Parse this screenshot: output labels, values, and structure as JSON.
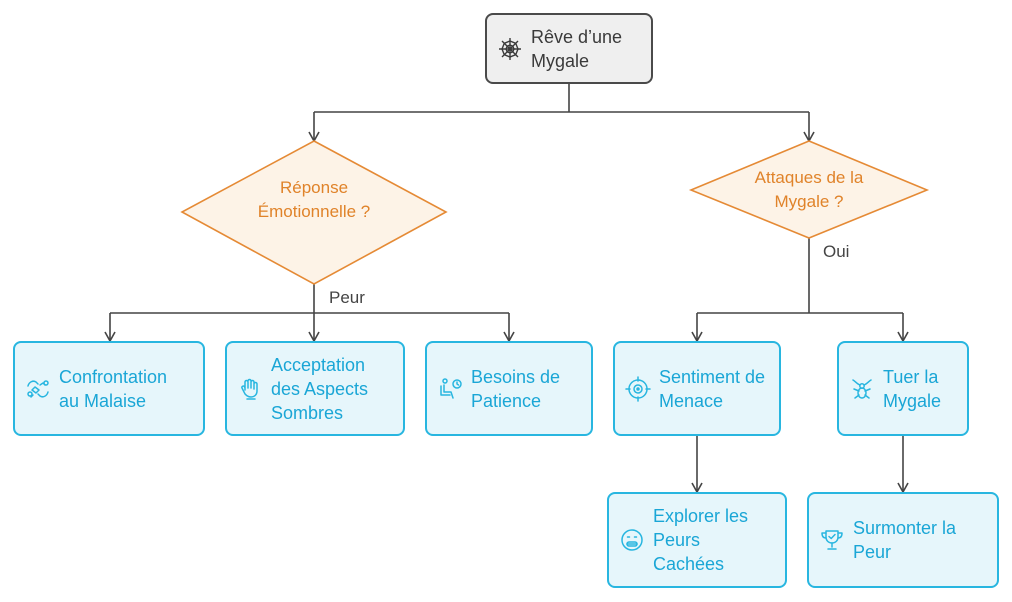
{
  "colors": {
    "root_fill": "#efefef",
    "root_stroke": "#4a4a4a",
    "leaf_fill": "#e6f6fb",
    "leaf_stroke": "#28b6e0",
    "leaf_text": "#1aa6d6",
    "decision_fill": "#fdf3e7",
    "decision_stroke": "#e58a35",
    "decision_text": "#e0832a",
    "edge": "#444444"
  },
  "root": {
    "text": "Rêve d’une Mygale",
    "icon": "spider-web-icon"
  },
  "decisions": {
    "emotional": {
      "text": "Réponse Émotionnelle ?"
    },
    "attacks": {
      "text": "Attaques de la Mygale ?"
    }
  },
  "edge_labels": {
    "peur": "Peur",
    "oui": "Oui"
  },
  "nodes": {
    "confrontation": {
      "text": "Confrontation au Malaise",
      "icon": "hands-confrontation-icon"
    },
    "acceptation": {
      "text": "Acceptation des Aspects Sombres",
      "icon": "raised-hand-icon"
    },
    "besoins": {
      "text": "Besoins de Patience",
      "icon": "waiting-seat-clock-icon"
    },
    "sentiment": {
      "text": "Sentiment de Menace",
      "icon": "target-crosshair-icon"
    },
    "tuer": {
      "text": "Tuer la Mygale",
      "icon": "spider-icon"
    },
    "explorer": {
      "text": "Explorer les Peurs Cachées",
      "icon": "grimace-face-icon"
    },
    "surmonter": {
      "text": "Surmonter la Peur",
      "icon": "trophy-check-icon"
    }
  }
}
